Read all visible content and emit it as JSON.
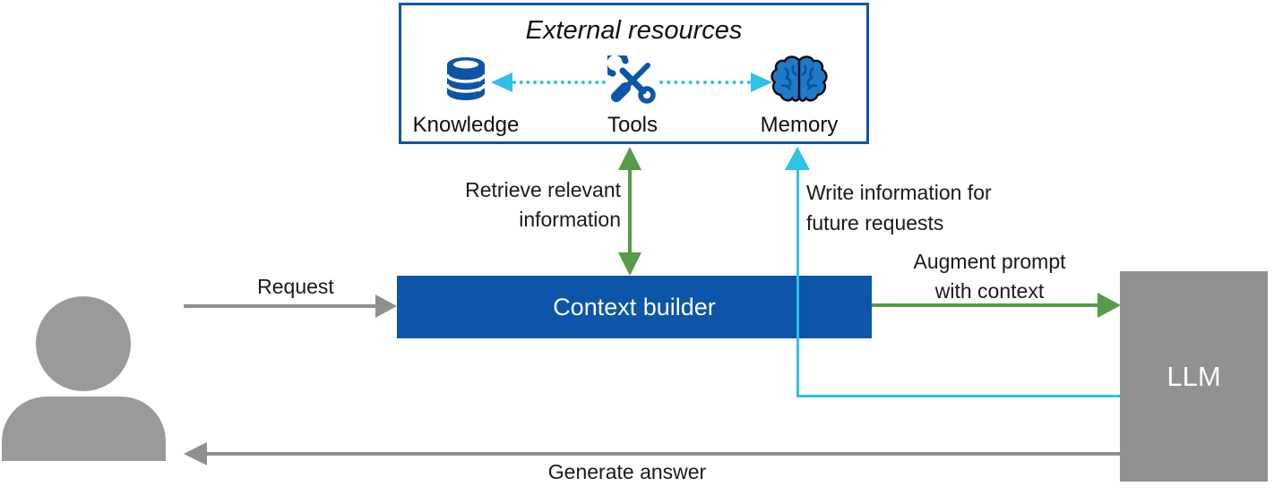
{
  "colors": {
    "blue": "#0d55a8",
    "cyan": "#2fc1e6",
    "green": "#579a4a",
    "arrow_gray": "#8f8f8f",
    "person_gray": "#9a9a9a",
    "llm_gray": "#919191",
    "brain_fill": "#1f7ac8",
    "brain_detail": "#0d4fa0",
    "text": "#1a1a1a"
  },
  "external_resources": {
    "title": "External resources",
    "items": [
      {
        "label": "Knowledge",
        "icon": "database-icon"
      },
      {
        "label": "Tools",
        "icon": "tools-icon"
      },
      {
        "label": "Memory",
        "icon": "brain-icon"
      }
    ]
  },
  "nodes": {
    "context_builder": {
      "label": "Context builder"
    },
    "llm": {
      "label": "LLM"
    },
    "user": {
      "icon": "person-icon"
    }
  },
  "edges": {
    "request": {
      "label": "Request"
    },
    "retrieve": {
      "lines": [
        "Retrieve relevant",
        "information"
      ]
    },
    "write": {
      "lines": [
        "Write information for",
        "future requests"
      ]
    },
    "augment": {
      "lines": [
        "Augment prompt",
        "with context"
      ]
    },
    "generate": {
      "label": "Generate answer"
    }
  }
}
